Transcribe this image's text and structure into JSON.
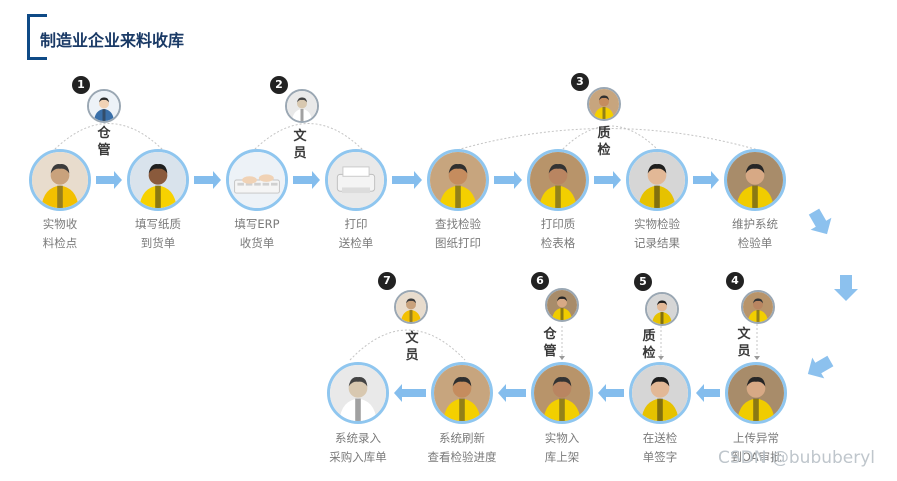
{
  "title": "制造业企业来料收库",
  "roles": {
    "warehouse": [
      "仓",
      "管"
    ],
    "clerk": [
      "文",
      "员"
    ],
    "qc": [
      "质",
      "检"
    ]
  },
  "row1": {
    "groups": [
      {
        "number": "1",
        "role": "warehouse",
        "avatar_icon": "warehouse-keeper-avatar-icon"
      },
      {
        "number": "2",
        "role": "clerk",
        "avatar_icon": "clerk-avatar-icon"
      },
      {
        "number": "3",
        "role": "qc",
        "avatar_icon": "quality-inspector-avatar-icon"
      }
    ],
    "steps": [
      {
        "lines": [
          "实物收",
          "料检点"
        ],
        "icon": "worker-receiving-goods-photo-icon"
      },
      {
        "lines": [
          "填写纸质",
          "到货单"
        ],
        "icon": "worker-filling-paper-form-photo-icon"
      },
      {
        "lines": [
          "填写ERP",
          "收货单"
        ],
        "icon": "typing-on-keyboard-photo-icon"
      },
      {
        "lines": [
          "打印",
          "送检单"
        ],
        "icon": "printer-photo-icon"
      },
      {
        "lines": [
          "查找检验",
          "图纸打印"
        ],
        "icon": "inspectors-reviewing-drawings-photo-icon"
      },
      {
        "lines": [
          "打印质",
          "检表格"
        ],
        "icon": "inspector-in-warehouse-photo-icon"
      },
      {
        "lines": [
          "实物检验",
          "记录结果"
        ],
        "icon": "inspectors-checking-goods-photo-icon"
      },
      {
        "lines": [
          "维护系统",
          "检验单"
        ],
        "icon": "worker-at-laptop-photo-icon"
      }
    ]
  },
  "row2": {
    "groups": [
      {
        "number": "7",
        "role": "clerk",
        "avatar_icon": "clerk-male-avatar-icon"
      },
      {
        "number": "6",
        "role": "warehouse",
        "avatar_icon": "warehouse-worker-helmet-avatar-icon"
      },
      {
        "number": "5",
        "role": "qc",
        "avatar_icon": "quality-inspector-avatar-icon"
      },
      {
        "number": "4",
        "role": "clerk",
        "avatar_icon": "clerk-male-avatar-icon"
      }
    ],
    "steps": [
      {
        "lines": [
          "系统录入",
          "采购入库单"
        ],
        "icon": "man-at-computer-photo-icon"
      },
      {
        "lines": [
          "系统刷新",
          "查看检验进度"
        ],
        "icon": "men-reviewing-screen-photo-icon"
      },
      {
        "lines": [
          "实物入",
          "库上架"
        ],
        "icon": "forklift-in-warehouse-photo-icon"
      },
      {
        "lines": [
          "在送检",
          "单签字"
        ],
        "icon": "inspectors-signing-form-photo-icon"
      },
      {
        "lines": [
          "上传异常",
          "到OA审批"
        ],
        "icon": "woman-with-tablet-photo-icon"
      }
    ]
  },
  "watermark": "CSDN @bububeryl",
  "colors": {
    "title": "#1a3a66",
    "accent": "#0f4a86",
    "ring": "#8fc6ef",
    "arrow": "#6fb2ea",
    "label": "#7a7a7a"
  }
}
